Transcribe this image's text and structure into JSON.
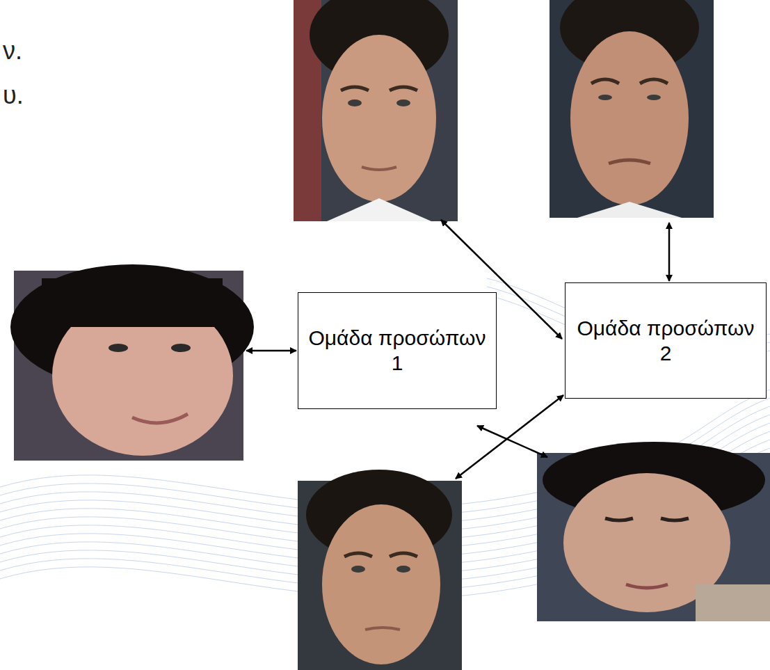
{
  "diagram": {
    "nodes": [
      {
        "text": [
          "Ομάδα προσώπων 1"
        ]
      },
      {
        "text": [
          "Ομάδα προσώπων 2"
        ]
      }
    ],
    "labels": [
      "ν.",
      "υ."
    ]
  }
}
